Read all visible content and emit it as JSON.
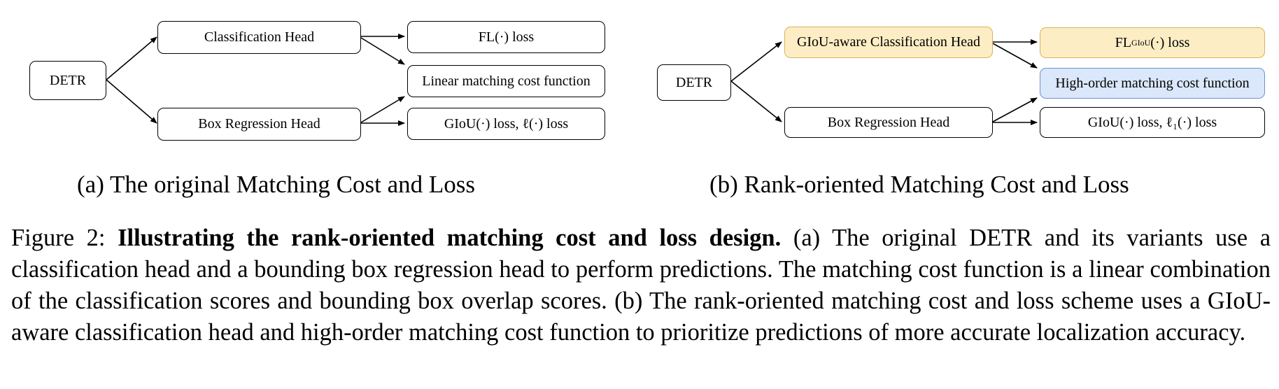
{
  "diagram_a": {
    "detr": "DETR",
    "cls_head": "Classification Head",
    "box_head": "Box Regression Head",
    "fl_loss": "FL(·)  loss",
    "cost_fn": "Linear matching cost function",
    "giou_loss": "GIoU(·) loss,  ℓ(·)  loss",
    "caption": "(a) The original Matching Cost and Loss"
  },
  "diagram_b": {
    "detr": "DETR",
    "cls_head": "GIoU-aware Classification Head",
    "box_head": "Box Regression Head",
    "fl_loss_prefix": "FL",
    "fl_loss_sup": "GIoU",
    "fl_loss_suffix": "(·)  loss",
    "cost_fn": "High-order matching cost function",
    "giou_loss": "GIoU(·) loss,  ℓ₁(·)  loss",
    "caption": "(b) Rank-oriented Matching Cost and Loss"
  },
  "caption": {
    "label": "Figure 2:",
    "bold": "Illustrating the rank-oriented matching cost and loss design.",
    "body": "(a) The original DETR and its variants use a classification head and a bounding box regression head to perform predictions. The matching cost function is a linear combination of the classification scores and bounding box overlap scores. (b) The rank-oriented matching cost and loss scheme uses a GIoU-aware classification head and high-order matching cost function to prioritize predictions of more accurate localization accuracy."
  },
  "colors": {
    "highlight_yellow": "#fcedc4",
    "highlight_blue": "#dbe7fa"
  }
}
